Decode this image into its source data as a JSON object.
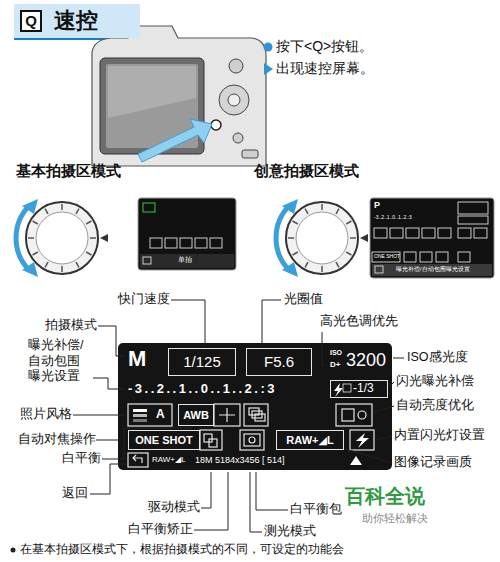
{
  "diagram": {
    "nodes": [
      {
        "text": [
          "速控"
        ]
      },
      {
        "text": [
          "Q"
        ],
        "in": 0
      },
      {
        "text": [
          "1/125"
        ]
      },
      {
        "text": [
          "F5.6"
        ]
      },
      {
        "text": [
          "-1/3"
        ]
      },
      {
        "text": [
          "AWB"
        ]
      },
      {
        "text": [
          "ONE SHOT"
        ]
      },
      {
        "text": [
          "RAW+◢L"
        ]
      }
    ],
    "labels": [
      "按下<Q>按钮。",
      "出现速控屏幕。",
      "基本拍摄区模式",
      "创意拍摄区模式",
      "单拍",
      "P",
      "-3..2..1..0..1..2.:3",
      "ONE SHOT",
      "曝光补偿/自动包围曝光设置",
      "快门速度",
      "光圈值",
      "高光色调优先",
      "拍摄模式",
      "ISO感光度",
      "曝光补偿/ 自动包围 曝光设置",
      "闪光曝光补偿",
      "照片风格",
      "自动亮度优化",
      "自动对焦操作",
      "内置闪光灯设置",
      "白平衡",
      "图像记录画质",
      "返回",
      "驱动模式",
      "白平衡包",
      "白平衡矫正",
      "测光模式",
      "M",
      "ISO",
      "D+",
      "3200",
      "-3..2..1..0..1..2.:3",
      "RAW+◢L",
      "18M",
      "5184x3456 [ 514]",
      "百科全说",
      "助你轻松解决",
      "在基本拍摄区模式下，根据拍摄模式的不同，可设定的功能会",
      "A"
    ]
  }
}
